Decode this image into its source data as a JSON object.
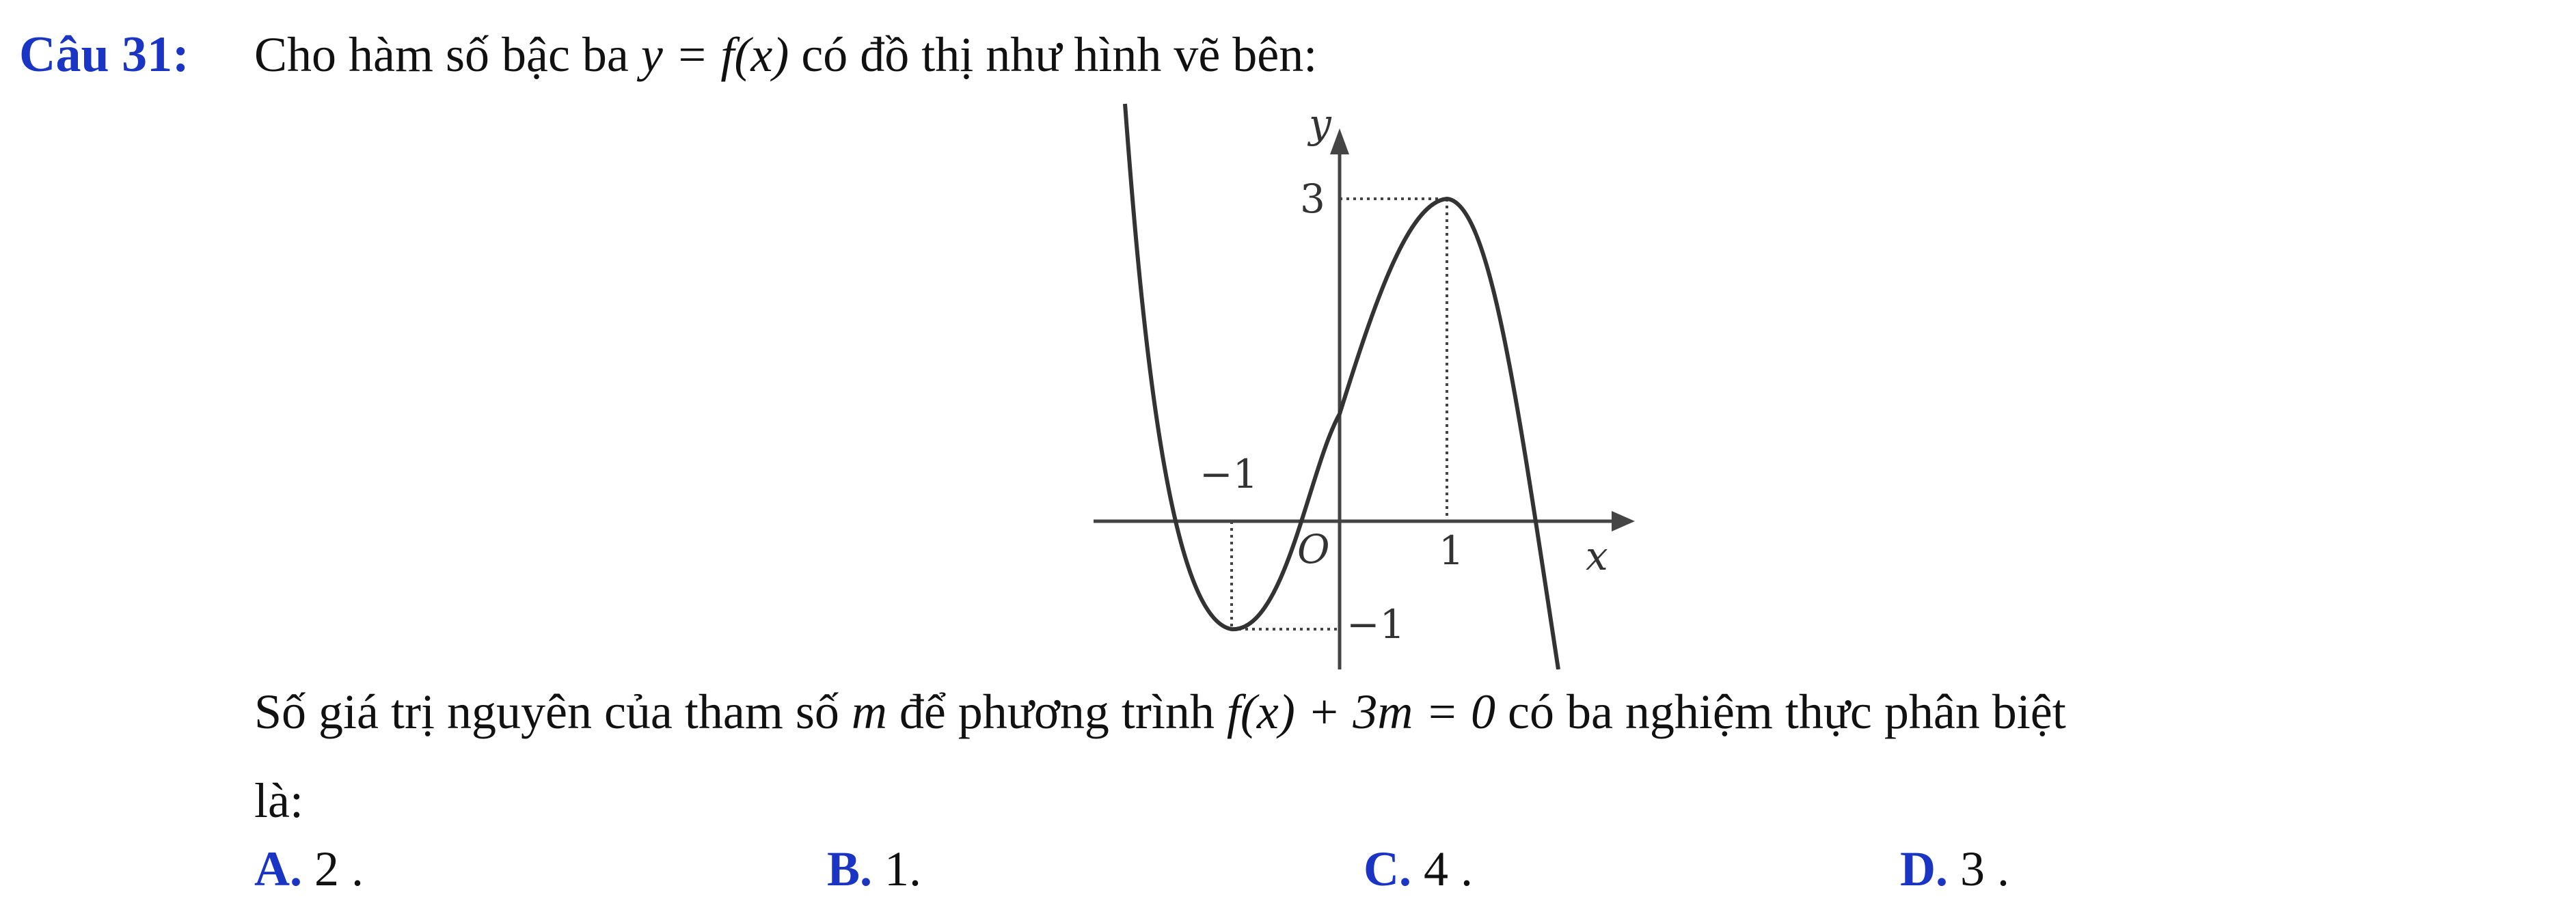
{
  "question": {
    "label": "Câu 31:",
    "prefix": "Cho hàm số bậc ba ",
    "function": "y = f(x)",
    "suffix": " có đồ thị như hình vẽ bên:"
  },
  "graph": {
    "y_label": "y",
    "x_label": "x",
    "origin_label": "O",
    "tick_y_top": "3",
    "tick_x_one": "1",
    "tick_x_neg_one": "−1",
    "tick_y_neg_one": "−1"
  },
  "body": {
    "line1_part1": "Số giá trị nguyên của tham số ",
    "param": "m",
    "line1_part2": " để phương trình ",
    "equation": "f(x) + 3m = 0",
    "line1_part3": " có ba nghiệm thực phân biệt",
    "line2": "là:"
  },
  "options": [
    {
      "letter": "A.",
      "value": "2 ."
    },
    {
      "letter": "B.",
      "value": "1."
    },
    {
      "letter": "C.",
      "value": "4 ."
    },
    {
      "letter": "D.",
      "value": "3 ."
    }
  ],
  "colors": {
    "accent": "#1a35c4"
  }
}
